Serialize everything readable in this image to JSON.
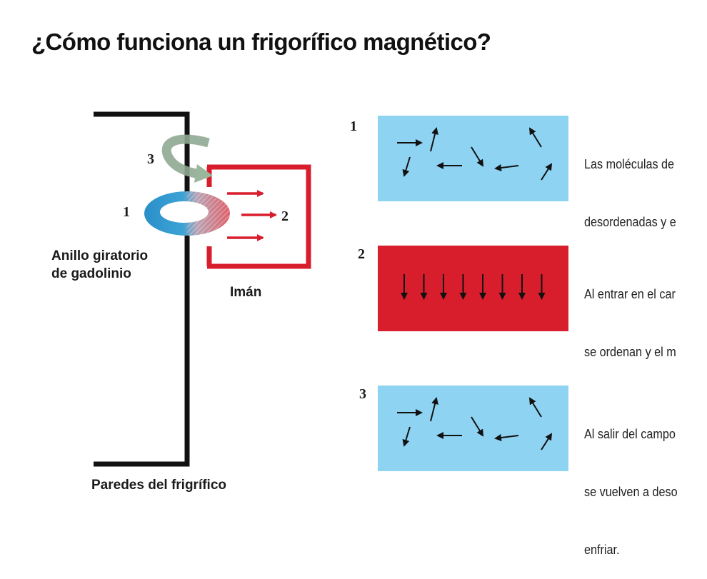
{
  "title": "¿Cómo funciona un frigorífico magnético?",
  "colors": {
    "magnet_red": "#d81e2c",
    "cold_blue": "#8fd3f2",
    "ring_blue": "#2a8fc8",
    "rotation_green": "#8faa92",
    "wall_black": "#111111"
  },
  "diagram": {
    "step3_number": "3",
    "step1_number": "1",
    "step2_number": "2",
    "ring_label_line1": "Anillo giratorio",
    "ring_label_line2": "de gadolinio",
    "magnet_label": "Imán",
    "wall_label": "Paredes del frigrífico"
  },
  "steps": [
    {
      "number": "1",
      "state": "disordered",
      "panel_color": "cold_blue",
      "line1": "Las moléculas de",
      "line2": "desordenadas y e",
      "line3": ""
    },
    {
      "number": "2",
      "state": "ordered",
      "panel_color": "magnet_red",
      "line1": "Al entrar en el car",
      "line2": "se ordenan y el m",
      "line3": ""
    },
    {
      "number": "3",
      "state": "disordered",
      "panel_color": "cold_blue",
      "line1": "Al salir del campo",
      "line2": "se vuelven a deso",
      "line3": "enfriar."
    }
  ]
}
